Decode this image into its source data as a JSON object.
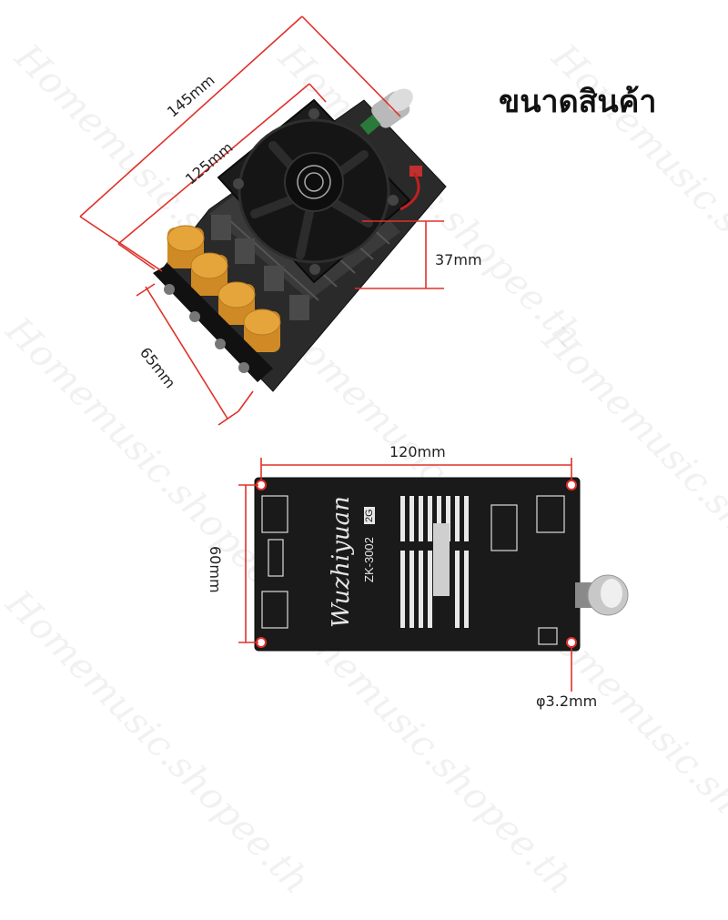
{
  "title": "ขนาดสินค้า",
  "dimensions": {
    "length_outer": "145mm",
    "length_inner": "125mm",
    "fan_height": "37mm",
    "width": "65mm",
    "pcb_length": "120mm",
    "pcb_width": "60mm",
    "hole_diameter": "φ3.2mm"
  },
  "board": {
    "brand": "Wuzhiyuan",
    "model": "ZK-3002",
    "version": "2G"
  },
  "watermark": "Homemusic.shopee.th",
  "colors": {
    "dimension_line": "#e0302a",
    "board": "#1a1a1a",
    "capacitor": "#e6a53a"
  }
}
